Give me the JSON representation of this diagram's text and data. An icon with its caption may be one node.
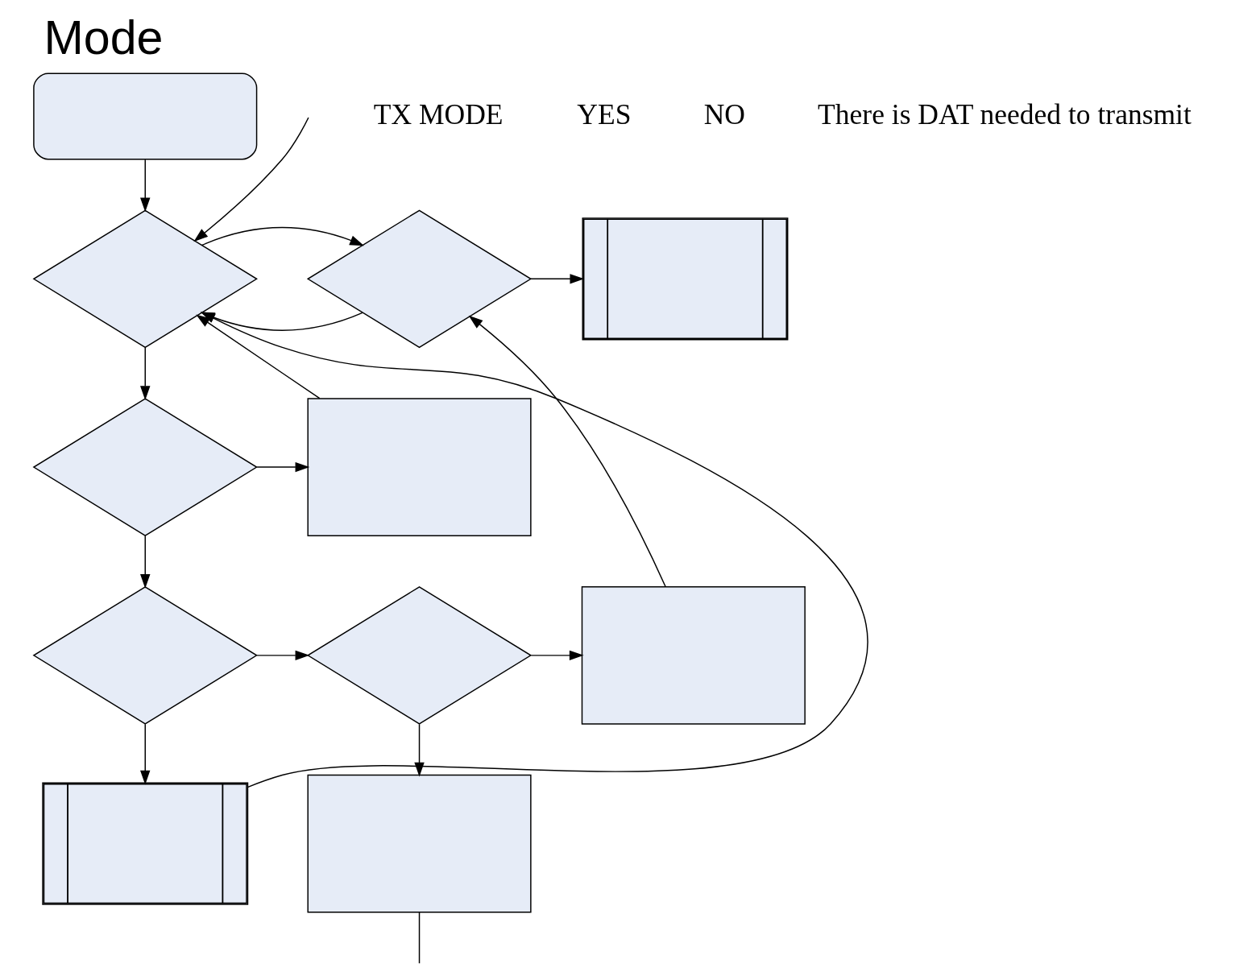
{
  "diagram": {
    "title": "Mode",
    "nodes": [
      {
        "text": [],
        "shape": "oval"
      },
      {
        "text": [],
        "shape": "diamond"
      },
      {
        "text": [],
        "shape": "diamond"
      },
      {
        "text": [],
        "shape": "subroutine"
      },
      {
        "text": [],
        "shape": "diamond"
      },
      {
        "text": [],
        "shape": "box"
      },
      {
        "text": [],
        "shape": "diamond"
      },
      {
        "text": [],
        "shape": "diamond"
      },
      {
        "text": [],
        "shape": "box"
      },
      {
        "text": [],
        "shape": "box"
      },
      {
        "text": [],
        "shape": "subroutine"
      }
    ],
    "edges": [
      {
        "from": 0,
        "to": 1,
        "arrow": "to"
      },
      {
        "from": 2,
        "to": 1,
        "arrow": "to"
      },
      {
        "from": 5,
        "to": 1,
        "arrow": "to"
      },
      {
        "from": 10,
        "to": 1,
        "arrow": "to"
      },
      {
        "from": null,
        "to": 1,
        "arrow": "to"
      },
      {
        "from": 1,
        "to": 2,
        "arrow": "to"
      },
      {
        "from": 2,
        "to": 3,
        "arrow": "to"
      },
      {
        "from": 1,
        "to": 4,
        "arrow": "to"
      },
      {
        "from": 4,
        "to": 5,
        "arrow": "to"
      },
      {
        "from": 4,
        "to": 6,
        "arrow": "to"
      },
      {
        "from": 6,
        "to": 7,
        "arrow": "to"
      },
      {
        "from": 7,
        "to": 8,
        "arrow": "to"
      },
      {
        "from": 8,
        "to": 2,
        "arrow": "to"
      },
      {
        "from": 7,
        "to": 9,
        "arrow": "to"
      },
      {
        "from": 6,
        "to": 10,
        "arrow": "to"
      },
      {
        "from": 9,
        "to": null,
        "arrow": "none"
      }
    ],
    "labels": [
      "TX MODE",
      "YES",
      "NO",
      "There is DAT needed to transmit"
    ]
  }
}
